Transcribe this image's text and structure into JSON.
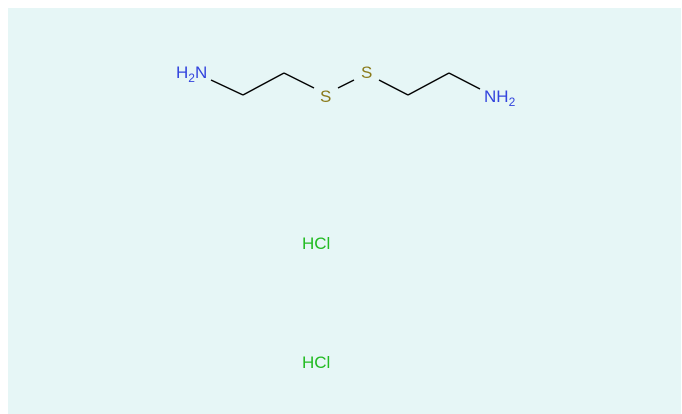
{
  "molecule": {
    "atoms": {
      "left_amine": {
        "main": "H",
        "sub": "2",
        "tail": "N"
      },
      "sulfur_1": "S",
      "sulfur_2": "S",
      "right_amine": {
        "main": "NH",
        "sub": "2"
      }
    },
    "salts": [
      "HCl",
      "HCl"
    ]
  },
  "colors": {
    "background": "#e6f6f6",
    "bond": "#000000",
    "nitrogen": "#3344dd",
    "sulfur": "#8a7a1a",
    "chlorine": "#22bb22"
  }
}
